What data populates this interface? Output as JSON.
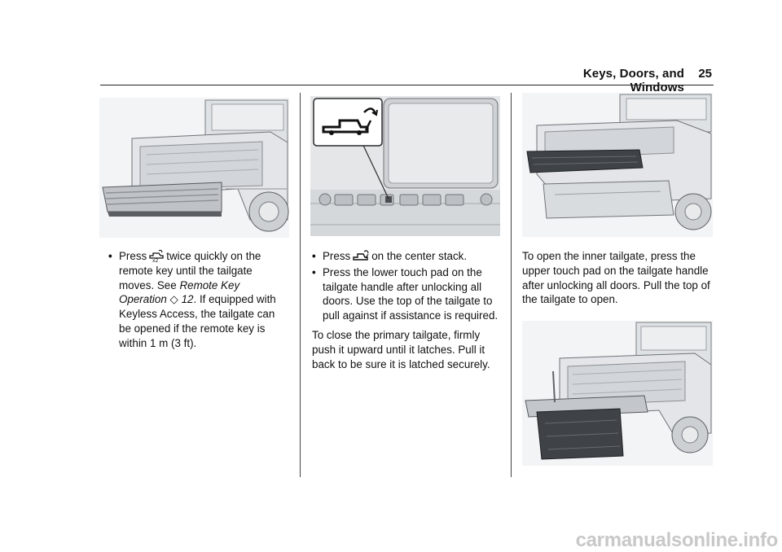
{
  "header": {
    "section_title": "Keys, Doors, and Windows",
    "page_number": "25"
  },
  "column1": {
    "bullet1": {
      "press": "Press",
      "button_icon": "tailgate-x2-icon",
      "text_a": "twice quickly on the remote key until the tailgate moves. See",
      "ref_title": "Remote Key Operation",
      "ref_arrow": "◇",
      "ref_page": "12",
      "text_b": ". If equipped with Keyless Access, the tailgate can be opened if the remote key is within 1 m (3 ft)."
    }
  },
  "column2": {
    "bullet1": {
      "press": "Press",
      "button_icon": "tailgate-open-icon",
      "text": "on the center stack."
    },
    "bullet2": {
      "text": "Press the lower touch pad on the tailgate handle after unlocking all doors. Use the top of the tailgate to pull against if assistance is required."
    },
    "paragraph": "To close the primary tailgate, firmly push it upward until it latches. Pull it back to be sure it is latched securely."
  },
  "column3": {
    "paragraph": "To open the inner tailgate, press the upper touch pad on the tailgate handle after unlocking all doors. Pull the top of the tailgate to open."
  },
  "watermark": "carmanualsonline.info",
  "colors": {
    "text": "#111111",
    "rule": "#222222",
    "figure_fill": "#e2e4e6",
    "figure_stroke": "#6f7377",
    "watermark": "#c8c8c8"
  }
}
